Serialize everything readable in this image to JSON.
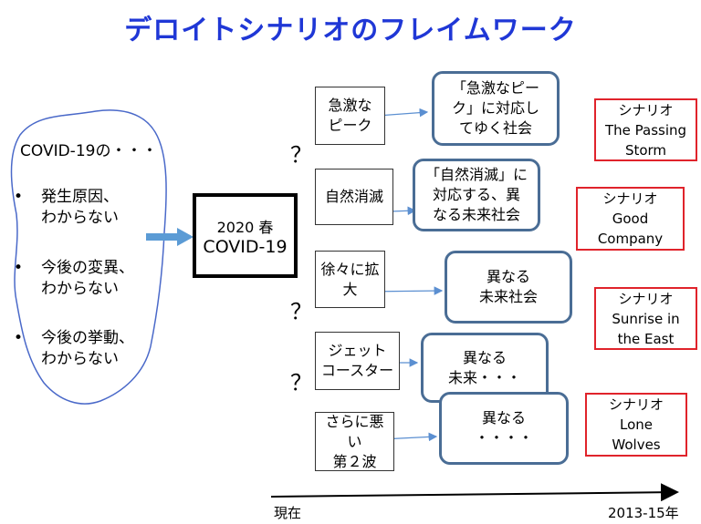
{
  "title": "デロイトシナリオのフレイムワーク",
  "cloud": {
    "heading": "COVID-19の・・・",
    "bullets": [
      "発生原因、\nわからない",
      "今後の変異、\nわからない",
      "今後の挙動、\nわからない"
    ],
    "bullet_mark": "•"
  },
  "center": {
    "line1": "2020 春",
    "line2": "COVID-19"
  },
  "conditions": [
    "急激な\nピーク",
    "自然消滅",
    "徐々に拡\n大",
    "ジェット\nコースター",
    "さらに悪\nい\n第２波"
  ],
  "question_mark": "？",
  "outcomes": [
    "「急激なピー\nク」に対応し\nてゆく社会",
    "「自然消滅」に\n対応する、異\nなる未来社会",
    "異なる\n未来社会",
    "異なる\n未来・・・",
    "異なる\n・・・・"
  ],
  "scenarios": [
    {
      "label": "シナリオ",
      "name": "The Passing\nStorm"
    },
    {
      "label": "シナリオ",
      "name": "Good\nCompany"
    },
    {
      "label": "シナリオ",
      "name": "Sunrise in\nthe East"
    },
    {
      "label": "シナリオ",
      "name": "Lone\nWolves"
    }
  ],
  "timeline": {
    "start": "現在",
    "end": "2013-15年"
  },
  "colors": {
    "title": "#1f37d6",
    "outcome_border": "#4a6d95",
    "scenario_border": "#e0232b",
    "arrow": "#5b8fd1",
    "big_arrow": "#5b9bd5"
  }
}
